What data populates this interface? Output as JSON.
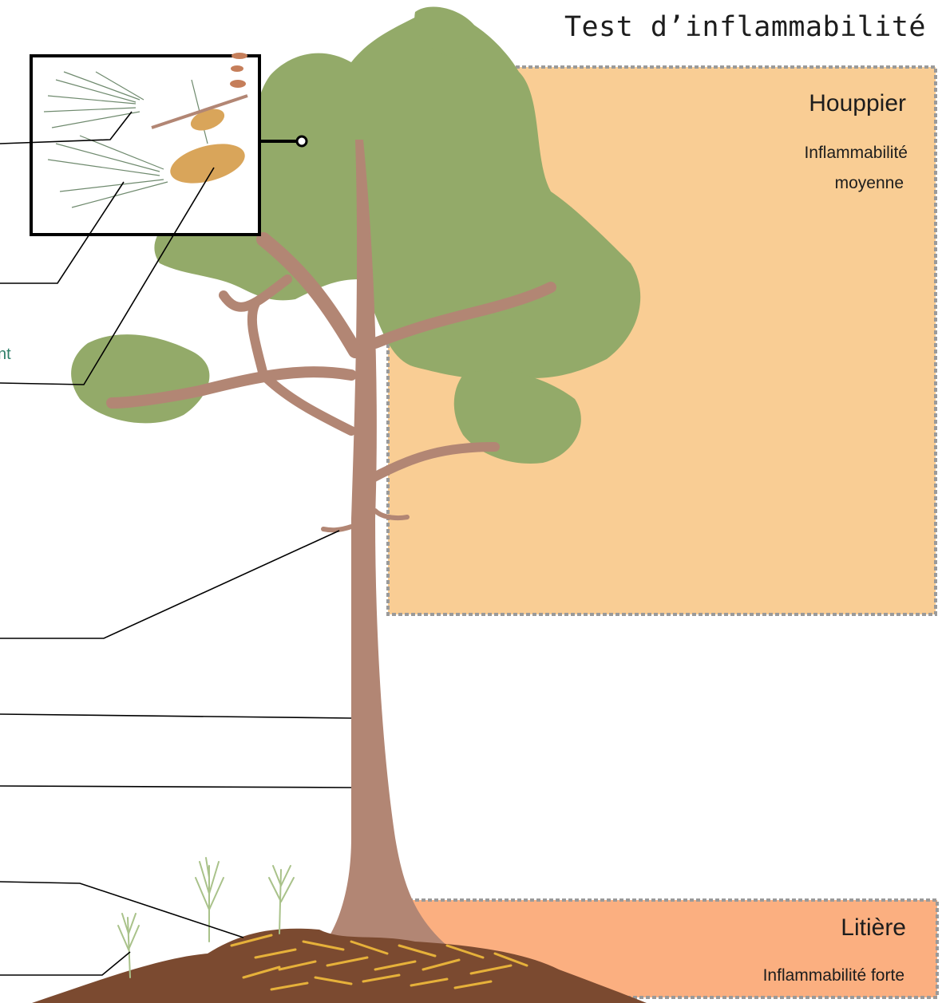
{
  "title": "Test d’inflammabilité",
  "zones": [
    {
      "id": "houppier",
      "name": "Houppier",
      "description_lines": [
        "Inflammabilité",
        "moyenne"
      ],
      "fill": "#f9cd94"
    },
    {
      "id": "litiere",
      "name": "Litière",
      "description": "Inflammabilité forte",
      "fill": "#fbaf80"
    }
  ],
  "partial_label": "nt",
  "colors": {
    "foliage": "#93aa69",
    "trunk": "#b28674",
    "ground": "#7b4a30",
    "needles": "#e6b13a",
    "dashed_border": "#9a9a9a",
    "teal_text": "#2e8069"
  },
  "icons": [
    "pine-branch-illustration",
    "pine-tree-illustration",
    "seedling-icon",
    "pine-litter-illustration"
  ]
}
